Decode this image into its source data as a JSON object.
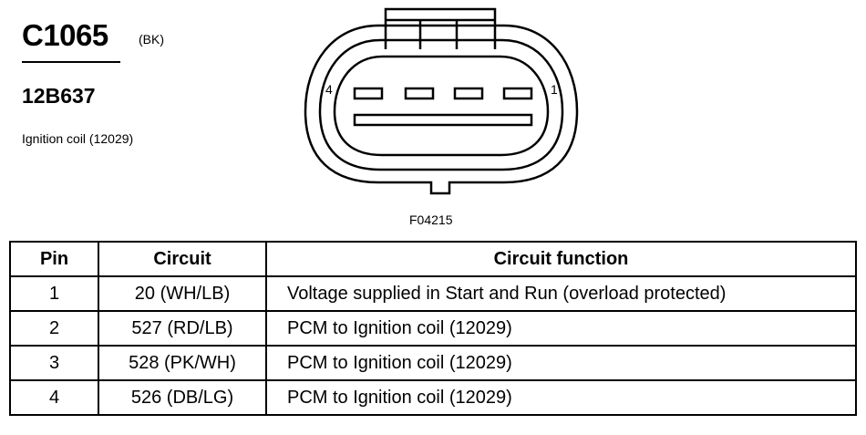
{
  "header": {
    "connector_id": "C1065",
    "connector_color": "(BK)",
    "part_number": "12B637",
    "component": "Ignition coil (12029)"
  },
  "diagram": {
    "pin_left_label": "4",
    "pin_right_label": "1",
    "figure_code": "F04215"
  },
  "table": {
    "headers": {
      "pin": "Pin",
      "circuit": "Circuit",
      "function": "Circuit function"
    },
    "rows": [
      {
        "pin": "1",
        "circuit": "20 (WH/LB)",
        "function": "Voltage supplied in Start and Run (overload protected)"
      },
      {
        "pin": "2",
        "circuit": "527 (RD/LB)",
        "function": "PCM to Ignition coil (12029)"
      },
      {
        "pin": "3",
        "circuit": "528 (PK/WH)",
        "function": "PCM to Ignition coil (12029)"
      },
      {
        "pin": "4",
        "circuit": "526 (DB/LG)",
        "function": "PCM to Ignition coil (12029)"
      }
    ]
  }
}
